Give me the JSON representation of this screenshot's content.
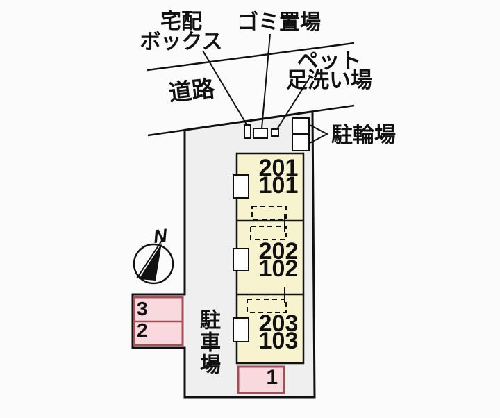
{
  "colors": {
    "page_bg": "#fbfbfb",
    "lot_fill": "#efefef",
    "building_fill": "#f8f3cf",
    "parking_fill": "#f9d9de",
    "parking_border": "#a24f57",
    "line": "#111111"
  },
  "plan": {
    "road_label": "道路",
    "north_label": "N",
    "annotations": {
      "delivery_box_line1": "宅配",
      "delivery_box_line2": "ボックス",
      "garbage_area": "ゴミ置場",
      "pet_foot_wash_line1": "ペット",
      "pet_foot_wash_line2": "足洗い場",
      "bicycle_parking": "駐輪場",
      "parking_lot": "駐車場"
    },
    "units": [
      {
        "second_floor": "201",
        "first_floor": "101"
      },
      {
        "second_floor": "202",
        "first_floor": "102"
      },
      {
        "second_floor": "203",
        "first_floor": "103"
      }
    ],
    "parking_spaces": [
      {
        "number": "3"
      },
      {
        "number": "2"
      },
      {
        "number": "1"
      }
    ]
  }
}
